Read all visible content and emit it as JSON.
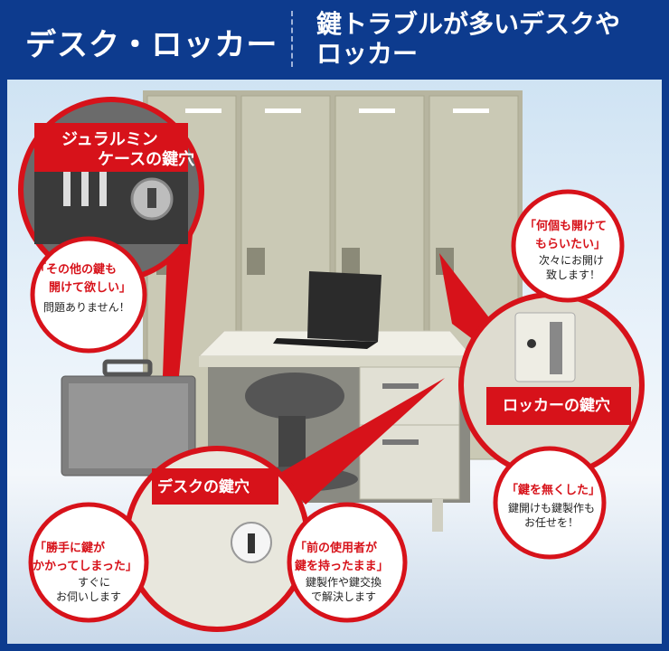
{
  "header": {
    "left_title": "デスク・ロッカー",
    "right_title_line1": "鍵トラブルが多いデスクや",
    "right_title_line2": "ロッカー"
  },
  "labels": {
    "duralumin_line1": "ジュラルミン",
    "duralumin_line2": "ケースの鍵穴",
    "locker_keyhole": "ロッカーの鍵穴",
    "desk_keyhole": "デスクの鍵穴"
  },
  "bubbles": {
    "other_keys": {
      "title_line1": "「その他の鍵も",
      "title_line2": "開けて欲しい」",
      "body_line1": "問題ありません！"
    },
    "many_open": {
      "title_line1": "「何個も開けて",
      "title_line2": "もらいたい」",
      "body_line1": "次々にお開け",
      "body_line2": "致します！"
    },
    "lost_key": {
      "title_line1": "「鍵を無くした」",
      "body_line1": "鍵開けも鍵製作も",
      "body_line2": "お任せを！"
    },
    "locked_self": {
      "title_line1": "「勝手に鍵が",
      "title_line2": "かかってしまった」",
      "body_line1": "すぐに",
      "body_line2": "お伺いします"
    },
    "prev_user": {
      "title_line1": "「前の使用者が",
      "title_line2": "鍵を持ったまま」",
      "body_line1": "鍵製作や鍵交換",
      "body_line2": "で解決します"
    }
  },
  "colors": {
    "brand_blue": "#0d3b8e",
    "accent_red": "#d7121a",
    "locker_gray": "#c9c8b3"
  }
}
